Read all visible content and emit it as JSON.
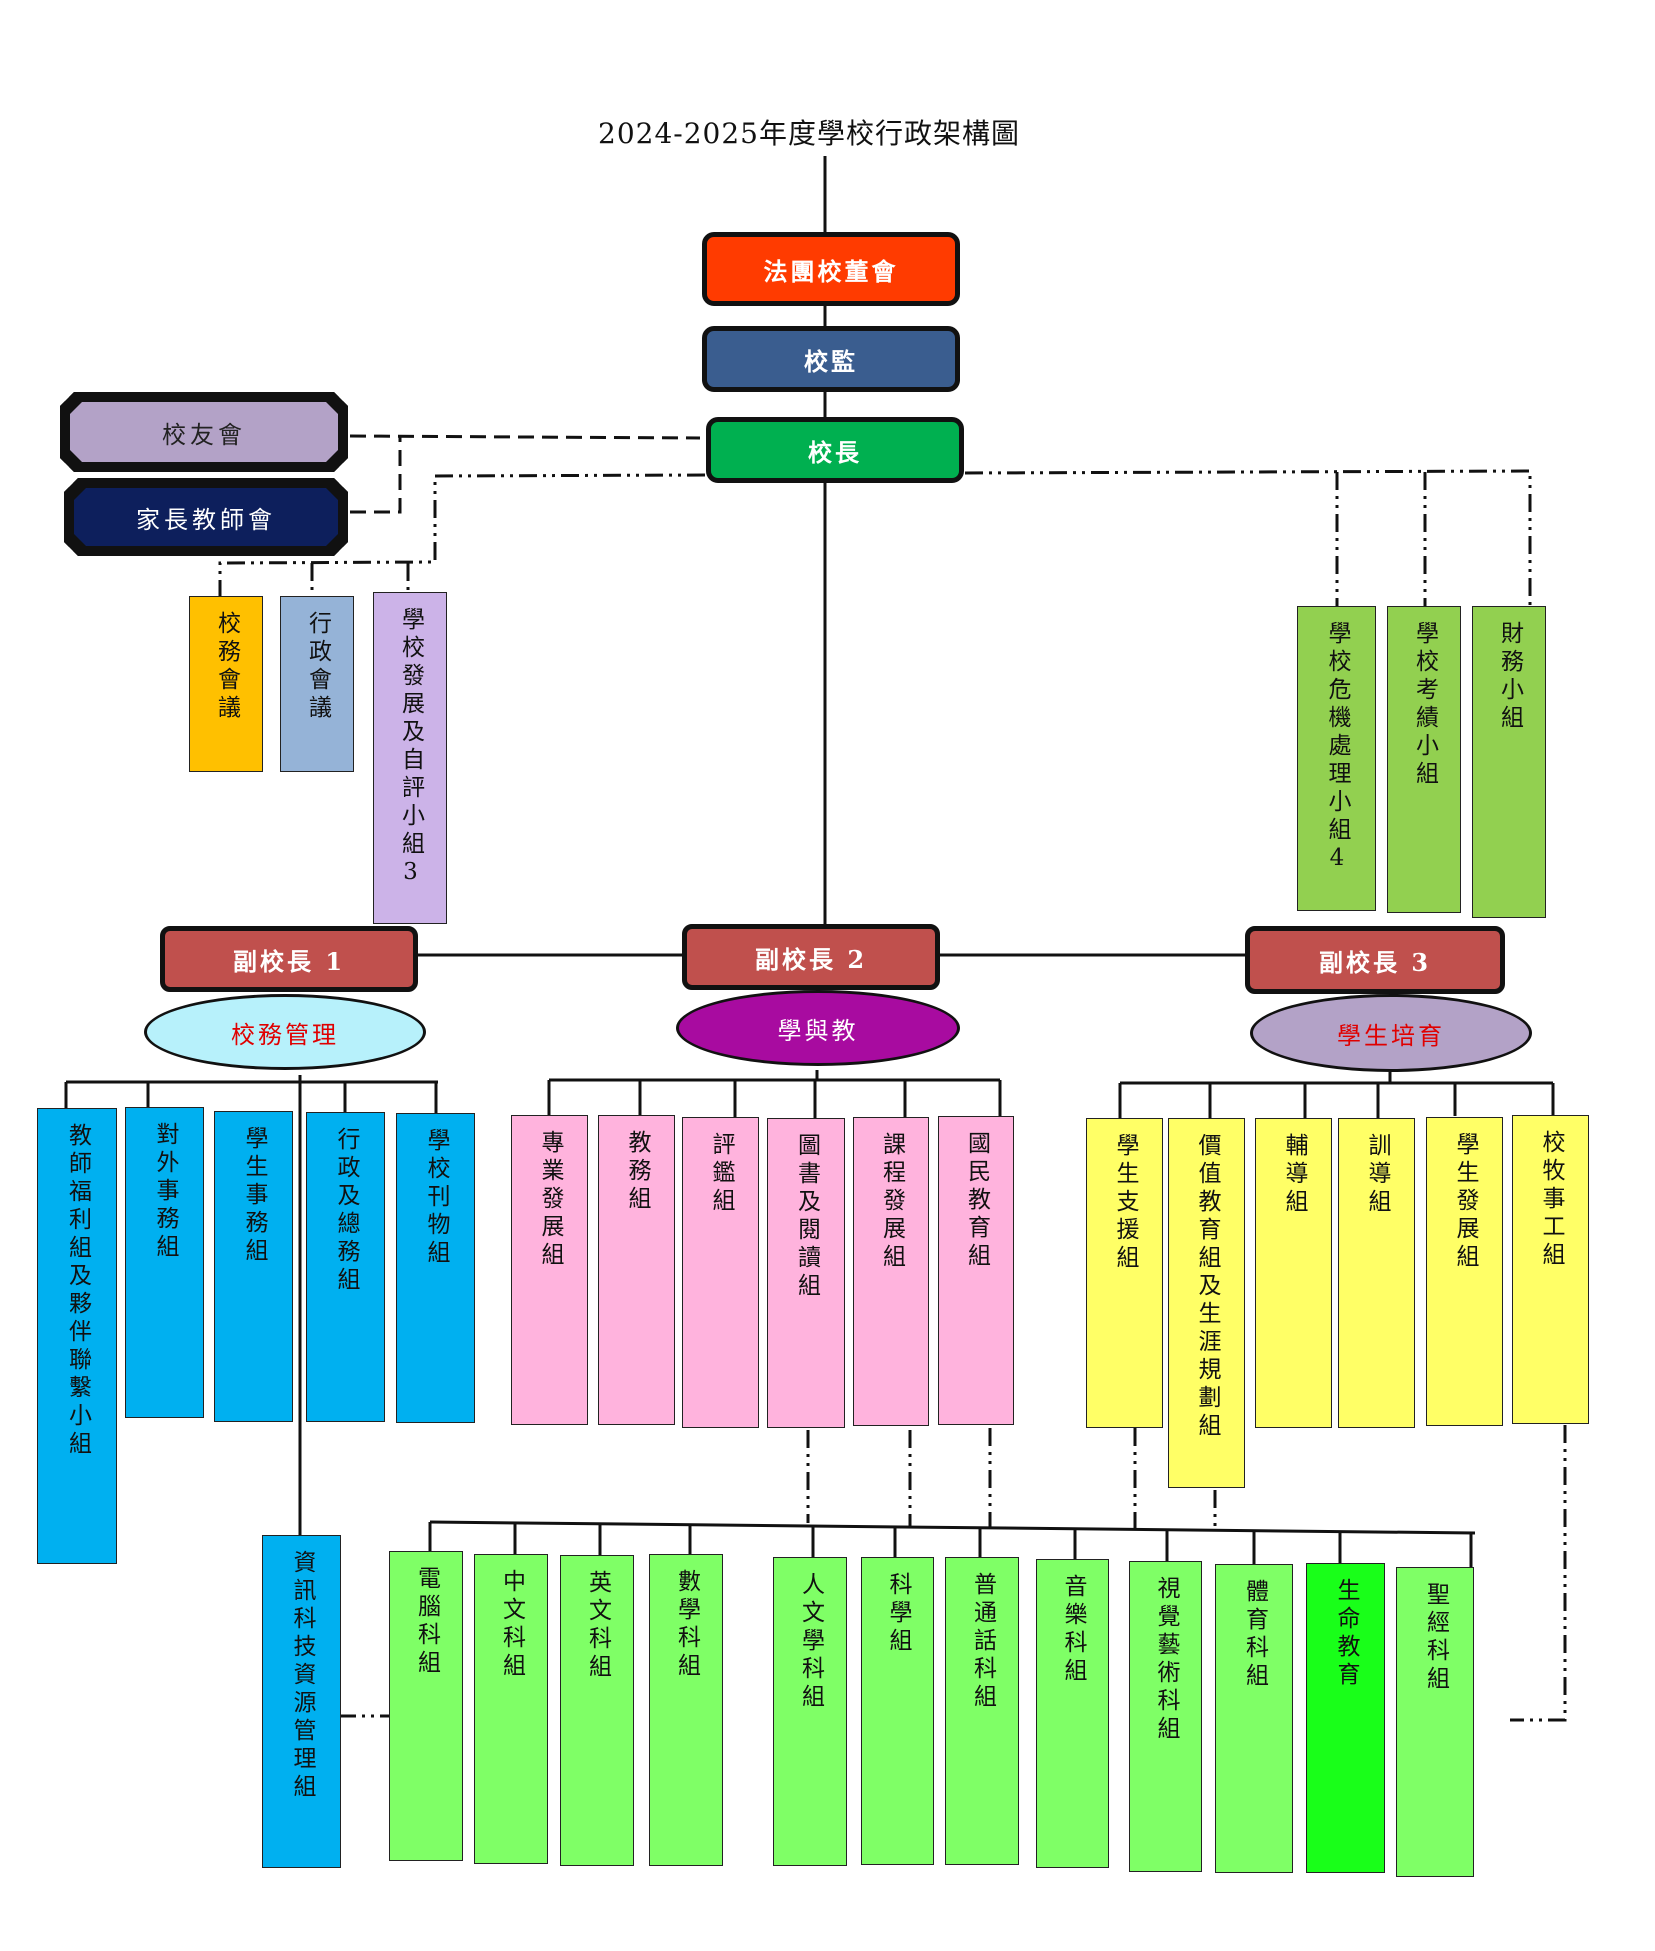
{
  "title": "2024-2025年度學校行政架構圖",
  "colors": {
    "board": "#ff3b00",
    "supervisor": "#3a5d8f",
    "principal": "#00b050",
    "alumni": "#b3a2c7",
    "pta": "#0d1f5c",
    "vice_principal": "#c0504d",
    "ellipse_admin": "#b7f1fb",
    "ellipse_learning": "#a80ba0",
    "ellipse_student": "#b3a2c7",
    "school_meeting": "#ffc000",
    "admin_meeting": "#95b3d7",
    "self_eval": "#ccb3e8",
    "principal_committees": "#92d050",
    "admin_groups": "#00b0f0",
    "learning_groups": "#ffb3dd",
    "student_groups": "#ffff66",
    "subject_groups": "#7fff66",
    "life_education": "#19ff19",
    "ellipse_text_red": "#e00000",
    "ellipse_text_white": "#ffffff"
  },
  "top_chain": {
    "board": "法團校董會",
    "supervisor": "校監",
    "principal": "校長"
  },
  "associations": {
    "alumni": "校友會",
    "pta": "家長教師會"
  },
  "principal_left_groups": [
    {
      "label": "校務會議"
    },
    {
      "label": "行政會議"
    },
    {
      "label": "學校發展及自評小組3"
    }
  ],
  "principal_right_groups": [
    {
      "label": "學校危機處理小組4"
    },
    {
      "label": "學校考績小組"
    },
    {
      "label": "財務小組"
    }
  ],
  "vice_principals": [
    {
      "label": "副校長 1",
      "domain": "校務管理"
    },
    {
      "label": "副校長 2",
      "domain": "學與教"
    },
    {
      "label": "副校長 3",
      "domain": "學生培育"
    }
  ],
  "admin_groups": [
    {
      "label": "教師福利組及夥伴聯繫小組"
    },
    {
      "label": "對外事務組"
    },
    {
      "label": "學生事務組"
    },
    {
      "label": "行政及總務組"
    },
    {
      "label": "學校刊物組"
    }
  ],
  "it_group": {
    "label": "資訊科技資源管理組"
  },
  "learning_groups": [
    {
      "label": "專業發展組"
    },
    {
      "label": "教務組"
    },
    {
      "label": "評鑑組"
    },
    {
      "label": "圖書及閱讀組"
    },
    {
      "label": "課程發展組"
    },
    {
      "label": "國民教育組"
    }
  ],
  "student_groups": [
    {
      "label": "學生支援組"
    },
    {
      "label": "價值教育組及生涯規劃組"
    },
    {
      "label": "輔導組"
    },
    {
      "label": "訓導組"
    },
    {
      "label": "學生發展組"
    },
    {
      "label": "校牧事工組"
    }
  ],
  "subject_groups": [
    {
      "label": "電腦科組"
    },
    {
      "label": "中文科組"
    },
    {
      "label": "英文科組"
    },
    {
      "label": "數學科組"
    },
    {
      "label": "人文學科組"
    },
    {
      "label": "科學組"
    },
    {
      "label": "普通話科組"
    },
    {
      "label": "音樂科組"
    },
    {
      "label": "視覺藝術科組"
    },
    {
      "label": "體育科組"
    },
    {
      "label": "生命教育"
    },
    {
      "label": "聖經科組"
    }
  ]
}
